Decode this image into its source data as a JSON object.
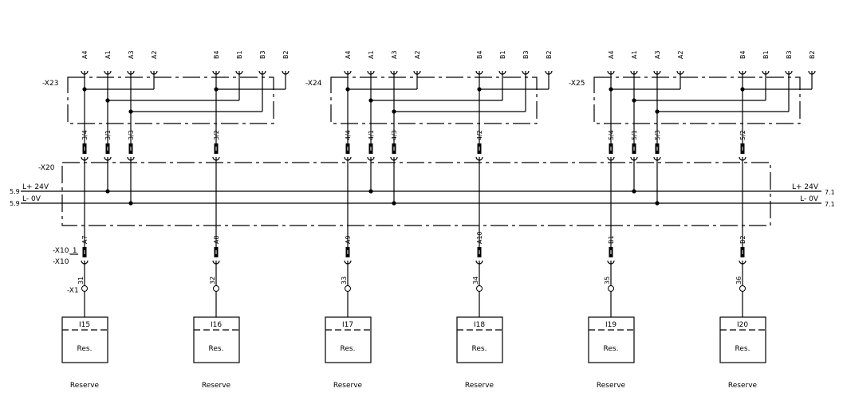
{
  "diagram": {
    "type": "electrical-schematic",
    "connector_groups": [
      {
        "id": "-X23",
        "label": "-X23",
        "pins_top": [
          "A4",
          "A1",
          "A3",
          "A2",
          "B4",
          "B1",
          "B3",
          "B2"
        ],
        "outputs": [
          {
            "label": "3/4",
            "pin": "A4"
          },
          {
            "label": "3/1",
            "pin": "A1"
          },
          {
            "label": "3/3",
            "pin": "A3"
          },
          {
            "label": "3/2",
            "pin": "B4"
          }
        ]
      },
      {
        "id": "-X24",
        "label": "-X24",
        "pins_top": [
          "A4",
          "A1",
          "A3",
          "A2",
          "B4",
          "B1",
          "B3",
          "B2"
        ],
        "outputs": [
          {
            "label": "4/4",
            "pin": "A4"
          },
          {
            "label": "4/1",
            "pin": "A1"
          },
          {
            "label": "4/3",
            "pin": "A3"
          },
          {
            "label": "4/2",
            "pin": "B4"
          }
        ]
      },
      {
        "id": "-X25",
        "label": "-X25",
        "pins_top": [
          "A4",
          "A1",
          "A3",
          "A2",
          "B4",
          "B1",
          "B3",
          "B2"
        ],
        "outputs": [
          {
            "label": "5/4",
            "pin": "A4"
          },
          {
            "label": "5/1",
            "pin": "A1"
          },
          {
            "label": "5/3",
            "pin": "A3"
          },
          {
            "label": "5/2",
            "pin": "B4"
          }
        ]
      }
    ],
    "bus": {
      "label": "-X20",
      "lines": [
        {
          "name": "L+ 24V",
          "ref_left": "5.9",
          "ref_right": "7.1"
        },
        {
          "name": "L- 0V",
          "ref_left": "5.9",
          "ref_right": "7.1"
        }
      ]
    },
    "x10_label": "-X10_1",
    "x10_sub_label": "-X10",
    "x1_label": "-X1",
    "channels": [
      {
        "x10_pin": "A7",
        "x1_pin": "31",
        "input": "I15",
        "desc": "Res.",
        "caption": "Reserve"
      },
      {
        "x10_pin": "A8",
        "x1_pin": "32",
        "input": "I16",
        "desc": "Res.",
        "caption": "Reserve"
      },
      {
        "x10_pin": "A9",
        "x1_pin": "33",
        "input": "I17",
        "desc": "Res.",
        "caption": "Reserve"
      },
      {
        "x10_pin": "A10",
        "x1_pin": "34",
        "input": "I18",
        "desc": "Res.",
        "caption": "Reserve"
      },
      {
        "x10_pin": "B1",
        "x1_pin": "35",
        "input": "I19",
        "desc": "Res.",
        "caption": "Reserve"
      },
      {
        "x10_pin": "B2",
        "x1_pin": "36",
        "input": "I20",
        "desc": "Res.",
        "caption": "Reserve"
      }
    ]
  }
}
